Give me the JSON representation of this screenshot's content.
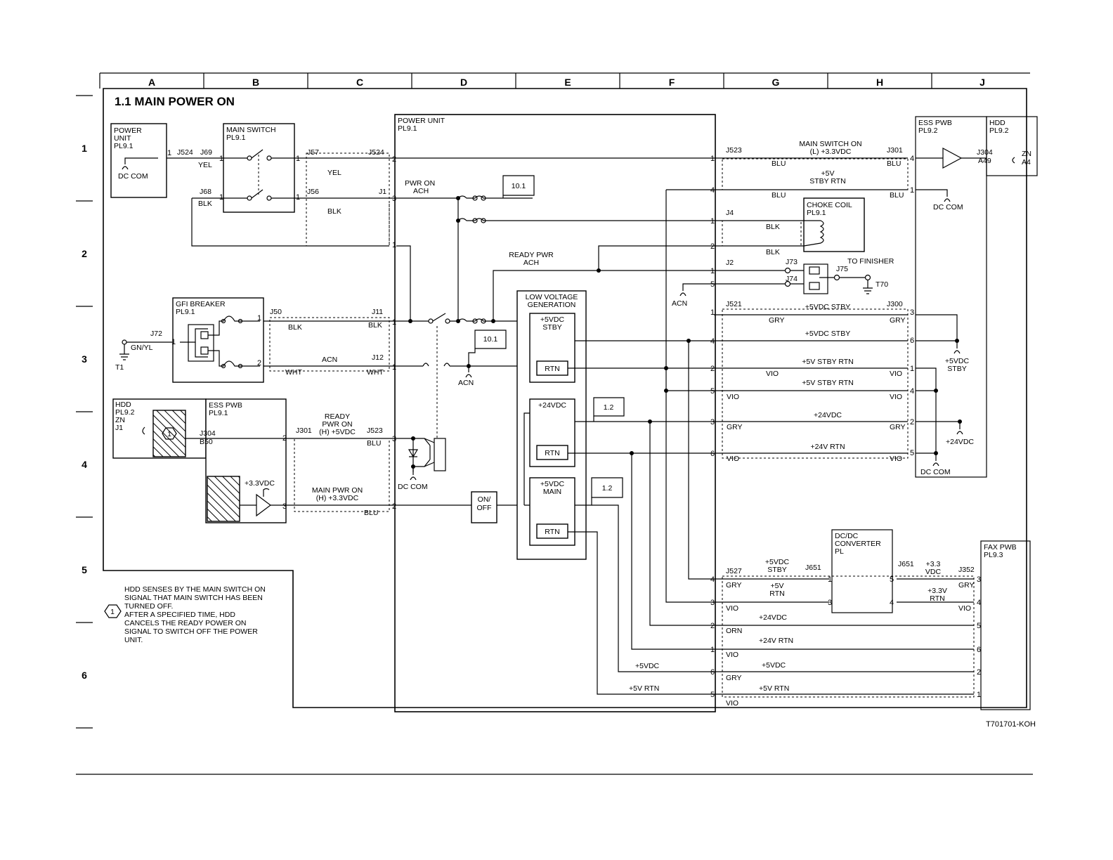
{
  "diagram": {
    "title": "1.1 MAIN POWER ON",
    "doc_code": "T701701-KOH",
    "columns": [
      "A",
      "B",
      "C",
      "D",
      "E",
      "F",
      "G",
      "H",
      "J"
    ],
    "rows": [
      "1",
      "2",
      "3",
      "4",
      "5",
      "6"
    ],
    "note": {
      "number": "1",
      "lines": [
        "HDD SENSES BY THE MAIN SWITCH ON",
        "SIGNAL THAT MAIN SWITCH HAS BEEN",
        "TURNED OFF.",
        "AFTER A SPECIFIED TIME, HDD",
        "CANCELS THE READY POWER ON",
        "SIGNAL TO SWITCH OFF THE POWER",
        "UNIT."
      ]
    },
    "components": {
      "power_unit_small": [
        "POWER",
        "UNIT",
        "PL9.1"
      ],
      "dc_com": "DC COM",
      "main_switch": [
        "MAIN SWITCH",
        "PL9.1"
      ],
      "power_unit": [
        "POWER UNIT",
        "PL9.1"
      ],
      "gfi_breaker": [
        "GFI BREAKER",
        "PL9.1"
      ],
      "hdd_left": [
        "HDD",
        "PL9.2",
        "ZN",
        "J1"
      ],
      "ess_pwb_left": [
        "ESS PWB",
        "PL9.1"
      ],
      "low_voltage": [
        "LOW VOLTAGE",
        "GENERATION"
      ],
      "lv_5vdc_stby": [
        "+5VDC",
        "STBY"
      ],
      "lv_24vdc": "+24VDC",
      "lv_5vdc_main": [
        "+5VDC",
        "MAIN"
      ],
      "rtn": "RTN",
      "on_off": [
        "ON/",
        "OFF"
      ],
      "ess_pwb_right": [
        "ESS PWB",
        "PL9.2"
      ],
      "hdd_right": [
        "HDD",
        "PL9.2"
      ],
      "choke_coil": [
        "CHOKE COIL",
        "PL9.1"
      ],
      "to_finisher": "TO FINISHER",
      "dcdc_converter": [
        "DC/DC",
        "CONVERTER",
        "PL"
      ],
      "fax_pwb": [
        "FAX PWB",
        "PL9.3"
      ],
      "ref_10_1": "10.1",
      "ref_1_2": "1.2",
      "t1": "T1",
      "t70": "T70",
      "acn": "ACN",
      "gn_yl": "GN/YL"
    },
    "signals": {
      "pwr_on_ach": [
        "PWR ON",
        "ACH"
      ],
      "ready_pwr_ach": [
        "READY PWR",
        "ACH"
      ],
      "ready_pwr_on": [
        "READY",
        "PWR ON",
        "(H) +5VDC"
      ],
      "main_pwr_on": [
        "MAIN PWR ON",
        "(H) +3.3VDC"
      ],
      "main_switch_on": [
        "MAIN SWITCH  ON",
        "(L) +3.3VDC"
      ],
      "p5v_stby_rtn_2": [
        "+5V",
        "STBY RTN"
      ],
      "p5vdc_stby": "+5VDC STBY",
      "p5v_stby_rtn": "+5V STBY RTN",
      "p24vdc": "+24VDC",
      "p24v_rtn": "+24V RTN",
      "p5vdc": "+5VDC",
      "p5v_rtn": "+5V RTN",
      "p3_3vdc": "+3.3VDC",
      "p5vdc_stby_stack": [
        "+5VDC",
        "STBY"
      ],
      "p5v_rtn_stack": [
        "+5V",
        "RTN"
      ],
      "p3_3_vdc_stack": [
        "+3.3",
        "VDC"
      ],
      "p3_3v_rtn_stack": [
        "+3.3V",
        "RTN"
      ]
    },
    "wire_colors": {
      "yel": "YEL",
      "blk": "BLK",
      "wht": "WHT",
      "blu": "BLU",
      "gry": "GRY",
      "vio": "VIO",
      "orn": "ORN",
      "acn": "ACN"
    },
    "connectors": {
      "j524": "J524",
      "j69": "J69",
      "j68": "J68",
      "j57": "J57",
      "j56": "J56",
      "j1": "J1",
      "j50": "J50",
      "j72": "J72",
      "j11": "J11",
      "j12": "J12",
      "j304": "J304",
      "b50": "B50",
      "j301": "J301",
      "j523": "J523",
      "j4": "J4",
      "j2": "J2",
      "j73": "J73",
      "j74": "J74",
      "j75": "J75",
      "j521": "J521",
      "j300": "J300",
      "a49": "A49",
      "zn": "ZN",
      "a4": "A4",
      "j527": "J527",
      "j651": "J651",
      "j352": "J352"
    }
  }
}
